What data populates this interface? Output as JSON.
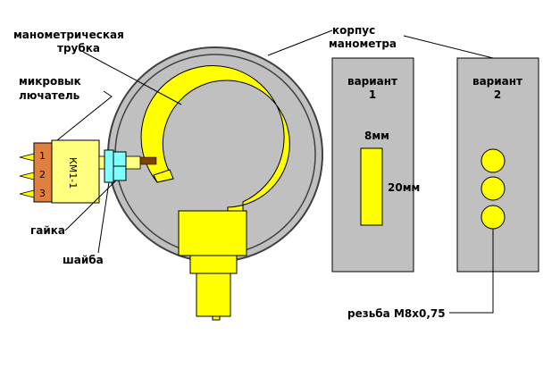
{
  "labels": {
    "tube_line1": "манометрическая",
    "tube_line2": "трубка",
    "body_line1": "корпус",
    "body_line2": "манометра",
    "switch_line1": "микровык",
    "switch_line2": "лючатель",
    "nut": "гайка",
    "washer": "шайба",
    "thread": "резьба М8х0,75"
  },
  "switch": {
    "model": "КМ1-1",
    "pins": [
      "1",
      "2",
      "3"
    ]
  },
  "variant1": {
    "title_line1": "вариант",
    "title_line2": "1",
    "width": "8мм",
    "height": "20мм"
  },
  "variant2": {
    "title_line1": "вариант",
    "title_line2": "2"
  },
  "colors": {
    "yellow": "#ffff00",
    "gray": "#c0c0c0",
    "orange": "#e08040",
    "cyan": "#80ffff",
    "brown": "#804000"
  }
}
